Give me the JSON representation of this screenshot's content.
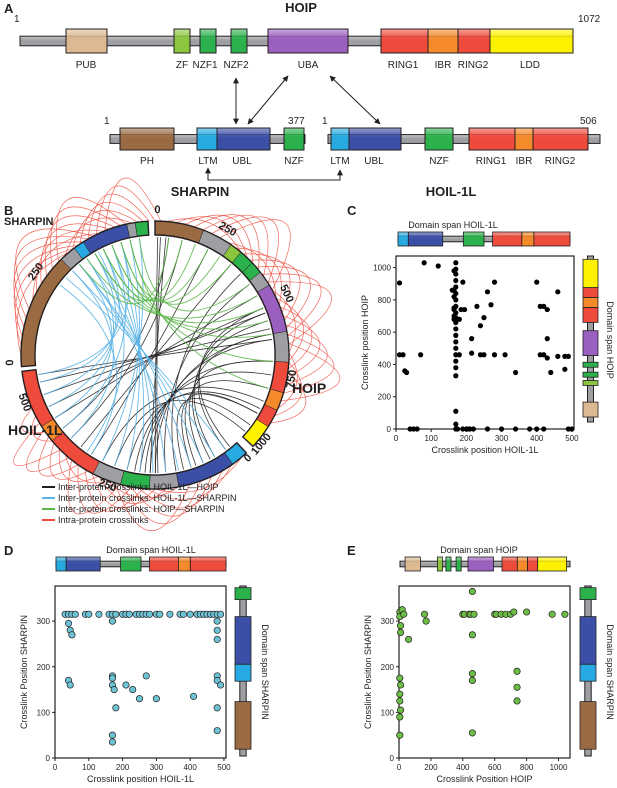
{
  "panels": {
    "A": "A",
    "B": "B",
    "C": "C",
    "D": "D",
    "E": "E"
  },
  "hoip": {
    "name": "HOIP",
    "start": "1",
    "end": "1072",
    "domains": [
      "PUB",
      "ZF",
      "NZF1",
      "NZF2",
      "UBA",
      "RING1",
      "IBR",
      "RING2",
      "LDD"
    ]
  },
  "sharpin": {
    "name": "SHARPIN",
    "start": "1",
    "end": "377",
    "domains": [
      "PH",
      "LTM",
      "UBL",
      "NZF"
    ]
  },
  "hoil": {
    "name": "HOIL-1L",
    "start": "1",
    "end": "506",
    "domains": [
      "LTM",
      "UBL",
      "NZF",
      "RING1",
      "IBR",
      "RING2"
    ]
  },
  "circos": {
    "labels": [
      "SHARPIN",
      "HOIP",
      "HOIL-1L"
    ],
    "ticks": [
      "0",
      "250",
      "0",
      "250",
      "500",
      "750",
      "1000",
      "0",
      "250",
      "500"
    ]
  },
  "legend": [
    {
      "label": "Inter-protein crosslinks: HOIL-1L—HOIP",
      "color": "#231f20"
    },
    {
      "label": "Inter-protein crosslinks: HOIL-1L—SHARPIN",
      "color": "#5ab4e5"
    },
    {
      "label": "Inter-protein crosslinks: HOIP—SHARPIN",
      "color": "#5cb848"
    },
    {
      "label": "Intra-protein crosslinks",
      "color": "#ef4b3d"
    }
  ],
  "colors": {
    "PUB": "#dcb990",
    "ZF": "#8cc63f",
    "NZF": "#2bb24c",
    "UBA": "#9b5fc0",
    "RING1": "#ef4b3d",
    "IBR": "#f58a2b",
    "RING2": "#ef4b3d",
    "LDD": "#fff200",
    "PH": "#9a6b43",
    "LTM": "#27aae1",
    "UBL": "#3b4fa6",
    "linker": "#9d9fa2",
    "dots_C": "#000000",
    "dots_D": "#6cc3d6",
    "dots_E": "#6cbd45"
  },
  "chart_data": [
    {
      "type": "scatter",
      "panel": "C",
      "span_top": "Domain span HOIL-1L",
      "span_right": "Domain span HOIP",
      "xlabel": "Crosslink position HOIL-1L",
      "ylabel": "Crosslink position HOIP",
      "xlim": [
        0,
        506
      ],
      "ylim": [
        0,
        1072
      ],
      "xticks": [
        0,
        100,
        200,
        300,
        400,
        500
      ],
      "yticks": [
        0,
        200,
        400,
        600,
        800,
        1000
      ],
      "points": [
        [
          10,
          905
        ],
        [
          10,
          460
        ],
        [
          20,
          460
        ],
        [
          25,
          360
        ],
        [
          30,
          350
        ],
        [
          40,
          0
        ],
        [
          50,
          0
        ],
        [
          60,
          0
        ],
        [
          70,
          460
        ],
        [
          80,
          1030
        ],
        [
          120,
          1010
        ],
        [
          160,
          860
        ],
        [
          165,
          980
        ],
        [
          165,
          860
        ],
        [
          165,
          820
        ],
        [
          165,
          750
        ],
        [
          165,
          740
        ],
        [
          165,
          700
        ],
        [
          165,
          680
        ],
        [
          170,
          1030
        ],
        [
          170,
          990
        ],
        [
          170,
          960
        ],
        [
          170,
          920
        ],
        [
          170,
          880
        ],
        [
          170,
          840
        ],
        [
          170,
          800
        ],
        [
          170,
          760
        ],
        [
          170,
          720
        ],
        [
          170,
          690
        ],
        [
          170,
          660
        ],
        [
          170,
          620
        ],
        [
          170,
          580
        ],
        [
          170,
          540
        ],
        [
          170,
          500
        ],
        [
          170,
          460
        ],
        [
          170,
          420
        ],
        [
          170,
          380
        ],
        [
          170,
          330
        ],
        [
          170,
          110
        ],
        [
          170,
          30
        ],
        [
          170,
          0
        ],
        [
          175,
          0
        ],
        [
          180,
          680
        ],
        [
          180,
          460
        ],
        [
          185,
          740
        ],
        [
          190,
          910
        ],
        [
          195,
          740
        ],
        [
          190,
          0
        ],
        [
          200,
          0
        ],
        [
          205,
          0
        ],
        [
          210,
          0
        ],
        [
          215,
          560
        ],
        [
          215,
          470
        ],
        [
          220,
          0
        ],
        [
          230,
          760
        ],
        [
          240,
          460
        ],
        [
          240,
          640
        ],
        [
          250,
          690
        ],
        [
          250,
          460
        ],
        [
          260,
          850
        ],
        [
          260,
          0
        ],
        [
          270,
          770
        ],
        [
          280,
          910
        ],
        [
          280,
          460
        ],
        [
          300,
          0
        ],
        [
          310,
          460
        ],
        [
          340,
          0
        ],
        [
          340,
          350
        ],
        [
          380,
          0
        ],
        [
          400,
          910
        ],
        [
          400,
          0
        ],
        [
          410,
          760
        ],
        [
          410,
          460
        ],
        [
          420,
          760
        ],
        [
          420,
          460
        ],
        [
          420,
          0
        ],
        [
          430,
          440
        ],
        [
          430,
          560
        ],
        [
          430,
          740
        ],
        [
          440,
          350
        ],
        [
          460,
          850
        ],
        [
          460,
          450
        ],
        [
          480,
          370
        ],
        [
          480,
          450
        ],
        [
          490,
          450
        ],
        [
          490,
          0
        ],
        [
          500,
          0
        ]
      ]
    },
    {
      "type": "scatter",
      "panel": "D",
      "span_top": "Domain span HOIL-1L",
      "span_right": "Domain span SHARPIN",
      "xlabel": "Crosslink position HOIL-1L",
      "ylabel": "Crosslink Position SHARPIN",
      "xlim": [
        0,
        506
      ],
      "ylim": [
        0,
        377
      ],
      "xticks": [
        0,
        100,
        200,
        300,
        400,
        500
      ],
      "yticks": [
        0,
        100,
        200,
        300
      ],
      "points": [
        [
          30,
          315
        ],
        [
          40,
          315
        ],
        [
          40,
          295
        ],
        [
          45,
          280
        ],
        [
          50,
          270
        ],
        [
          40,
          170
        ],
        [
          45,
          160
        ],
        [
          50,
          315
        ],
        [
          60,
          315
        ],
        [
          90,
          315
        ],
        [
          100,
          315
        ],
        [
          130,
          315
        ],
        [
          160,
          315
        ],
        [
          170,
          315
        ],
        [
          180,
          315
        ],
        [
          170,
          300
        ],
        [
          170,
          180
        ],
        [
          170,
          175
        ],
        [
          170,
          160
        ],
        [
          175,
          150
        ],
        [
          180,
          110
        ],
        [
          170,
          50
        ],
        [
          170,
          35
        ],
        [
          200,
          315
        ],
        [
          210,
          315
        ],
        [
          220,
          315
        ],
        [
          210,
          160
        ],
        [
          240,
          315
        ],
        [
          250,
          315
        ],
        [
          230,
          150
        ],
        [
          250,
          130
        ],
        [
          260,
          315
        ],
        [
          270,
          315
        ],
        [
          280,
          315
        ],
        [
          270,
          180
        ],
        [
          300,
          315
        ],
        [
          310,
          315
        ],
        [
          300,
          130
        ],
        [
          340,
          315
        ],
        [
          370,
          315
        ],
        [
          380,
          315
        ],
        [
          400,
          315
        ],
        [
          420,
          315
        ],
        [
          430,
          315
        ],
        [
          410,
          135
        ],
        [
          440,
          315
        ],
        [
          450,
          315
        ],
        [
          460,
          315
        ],
        [
          470,
          315
        ],
        [
          480,
          315
        ],
        [
          490,
          315
        ],
        [
          480,
          300
        ],
        [
          480,
          280
        ],
        [
          480,
          260
        ],
        [
          480,
          180
        ],
        [
          480,
          170
        ],
        [
          490,
          160
        ],
        [
          480,
          110
        ],
        [
          480,
          60
        ]
      ]
    },
    {
      "type": "scatter",
      "panel": "E",
      "span_top": "Domain span HOIP",
      "span_right": "Domain span SHARPIN",
      "xlabel": "Crosslink Position HOIP",
      "ylabel": "Crosslink Position SHARPIN",
      "xlim": [
        0,
        1072
      ],
      "ylim": [
        0,
        377
      ],
      "xticks": [
        0,
        200,
        400,
        600,
        800,
        1000
      ],
      "yticks": [
        0,
        100,
        200,
        300
      ],
      "points": [
        [
          5,
          320
        ],
        [
          5,
          310
        ],
        [
          10,
          290
        ],
        [
          10,
          275
        ],
        [
          5,
          175
        ],
        [
          10,
          160
        ],
        [
          5,
          140
        ],
        [
          5,
          125
        ],
        [
          10,
          105
        ],
        [
          5,
          90
        ],
        [
          5,
          50
        ],
        [
          20,
          325
        ],
        [
          30,
          315
        ],
        [
          60,
          260
        ],
        [
          160,
          315
        ],
        [
          170,
          300
        ],
        [
          400,
          315
        ],
        [
          410,
          315
        ],
        [
          440,
          315
        ],
        [
          450,
          315
        ],
        [
          460,
          365
        ],
        [
          460,
          270
        ],
        [
          460,
          185
        ],
        [
          460,
          170
        ],
        [
          460,
          55
        ],
        [
          470,
          315
        ],
        [
          600,
          315
        ],
        [
          610,
          315
        ],
        [
          640,
          315
        ],
        [
          670,
          315
        ],
        [
          700,
          315
        ],
        [
          720,
          320
        ],
        [
          740,
          190
        ],
        [
          740,
          155
        ],
        [
          740,
          125
        ],
        [
          800,
          320
        ],
        [
          960,
          315
        ],
        [
          1040,
          315
        ]
      ]
    }
  ]
}
